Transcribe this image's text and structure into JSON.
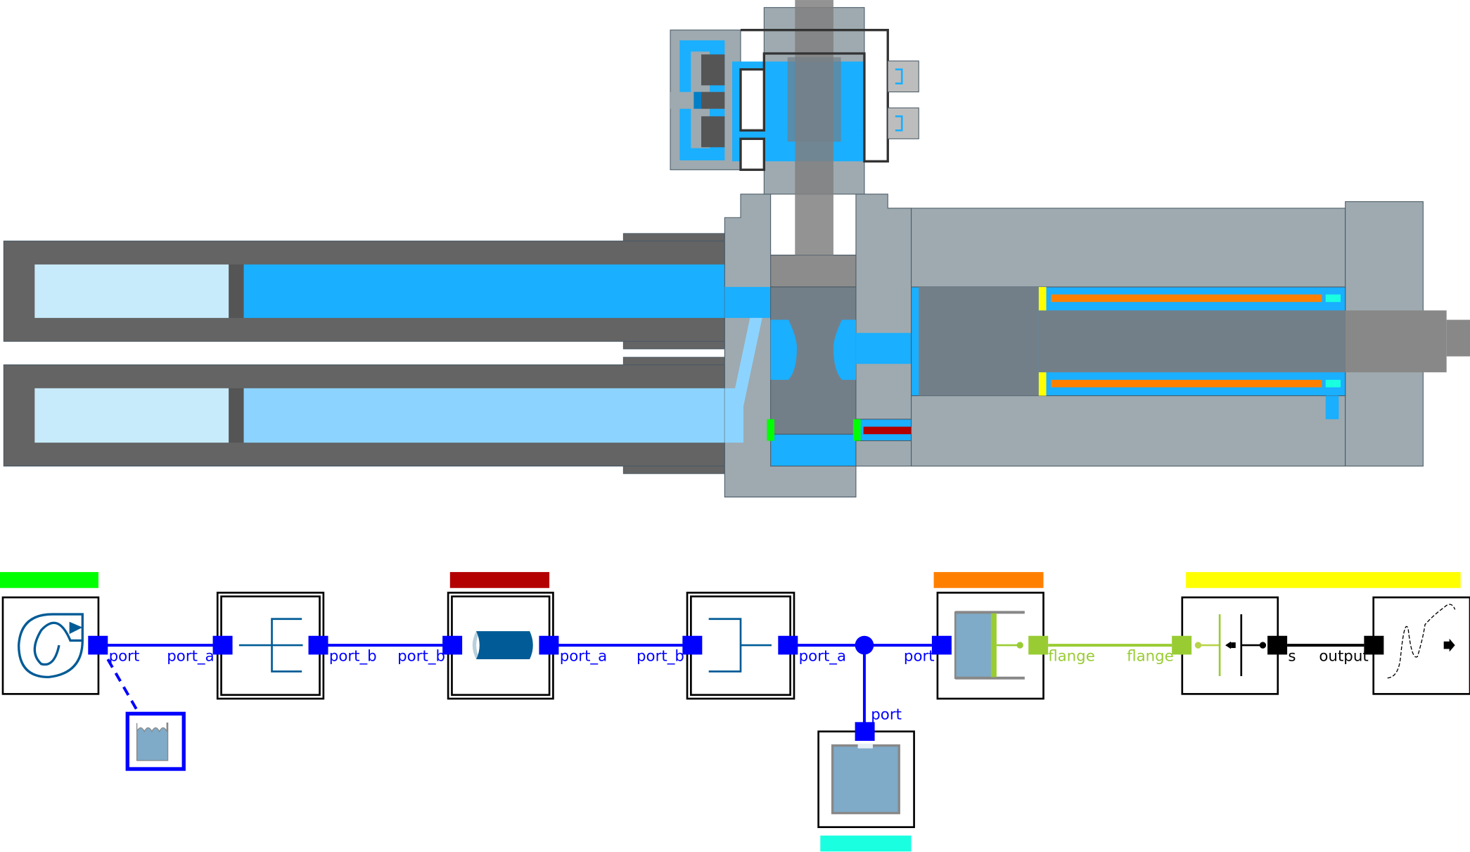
{
  "colors": {
    "fluid": "#1aafff",
    "fluid_light": "#8cd4ff",
    "fluid_pale": "#c8ebfb",
    "housing": "#9eaab0",
    "pipe_wall": "#646464",
    "spool": "#737f88",
    "stem": "#888888",
    "connector_blue": "#0000ff",
    "translational_green": "#99cc33",
    "signal_black": "#000000",
    "icon_blue": "#005b96",
    "tank_fill": "#7faac8"
  },
  "highlights": {
    "pump": "#00ff00",
    "pipe": "#b30000",
    "cylinder": "#ff8000",
    "sensor": "#ffff00",
    "tank": "#1affe0"
  },
  "diagram": {
    "labels": {
      "pump_port": "port",
      "res1_port_a": "port_a",
      "res1_port_b": "port_b",
      "pipe_port_b": "port_b",
      "pipe_port_a": "port_a",
      "res2_port_b": "port_b",
      "res2_port_a": "port_a",
      "cylinder_port": "port",
      "cylinder_flange": "flange",
      "sensor_flange": "flange",
      "sensor_s": "s",
      "source_output": "output",
      "tank_port": "port"
    }
  }
}
